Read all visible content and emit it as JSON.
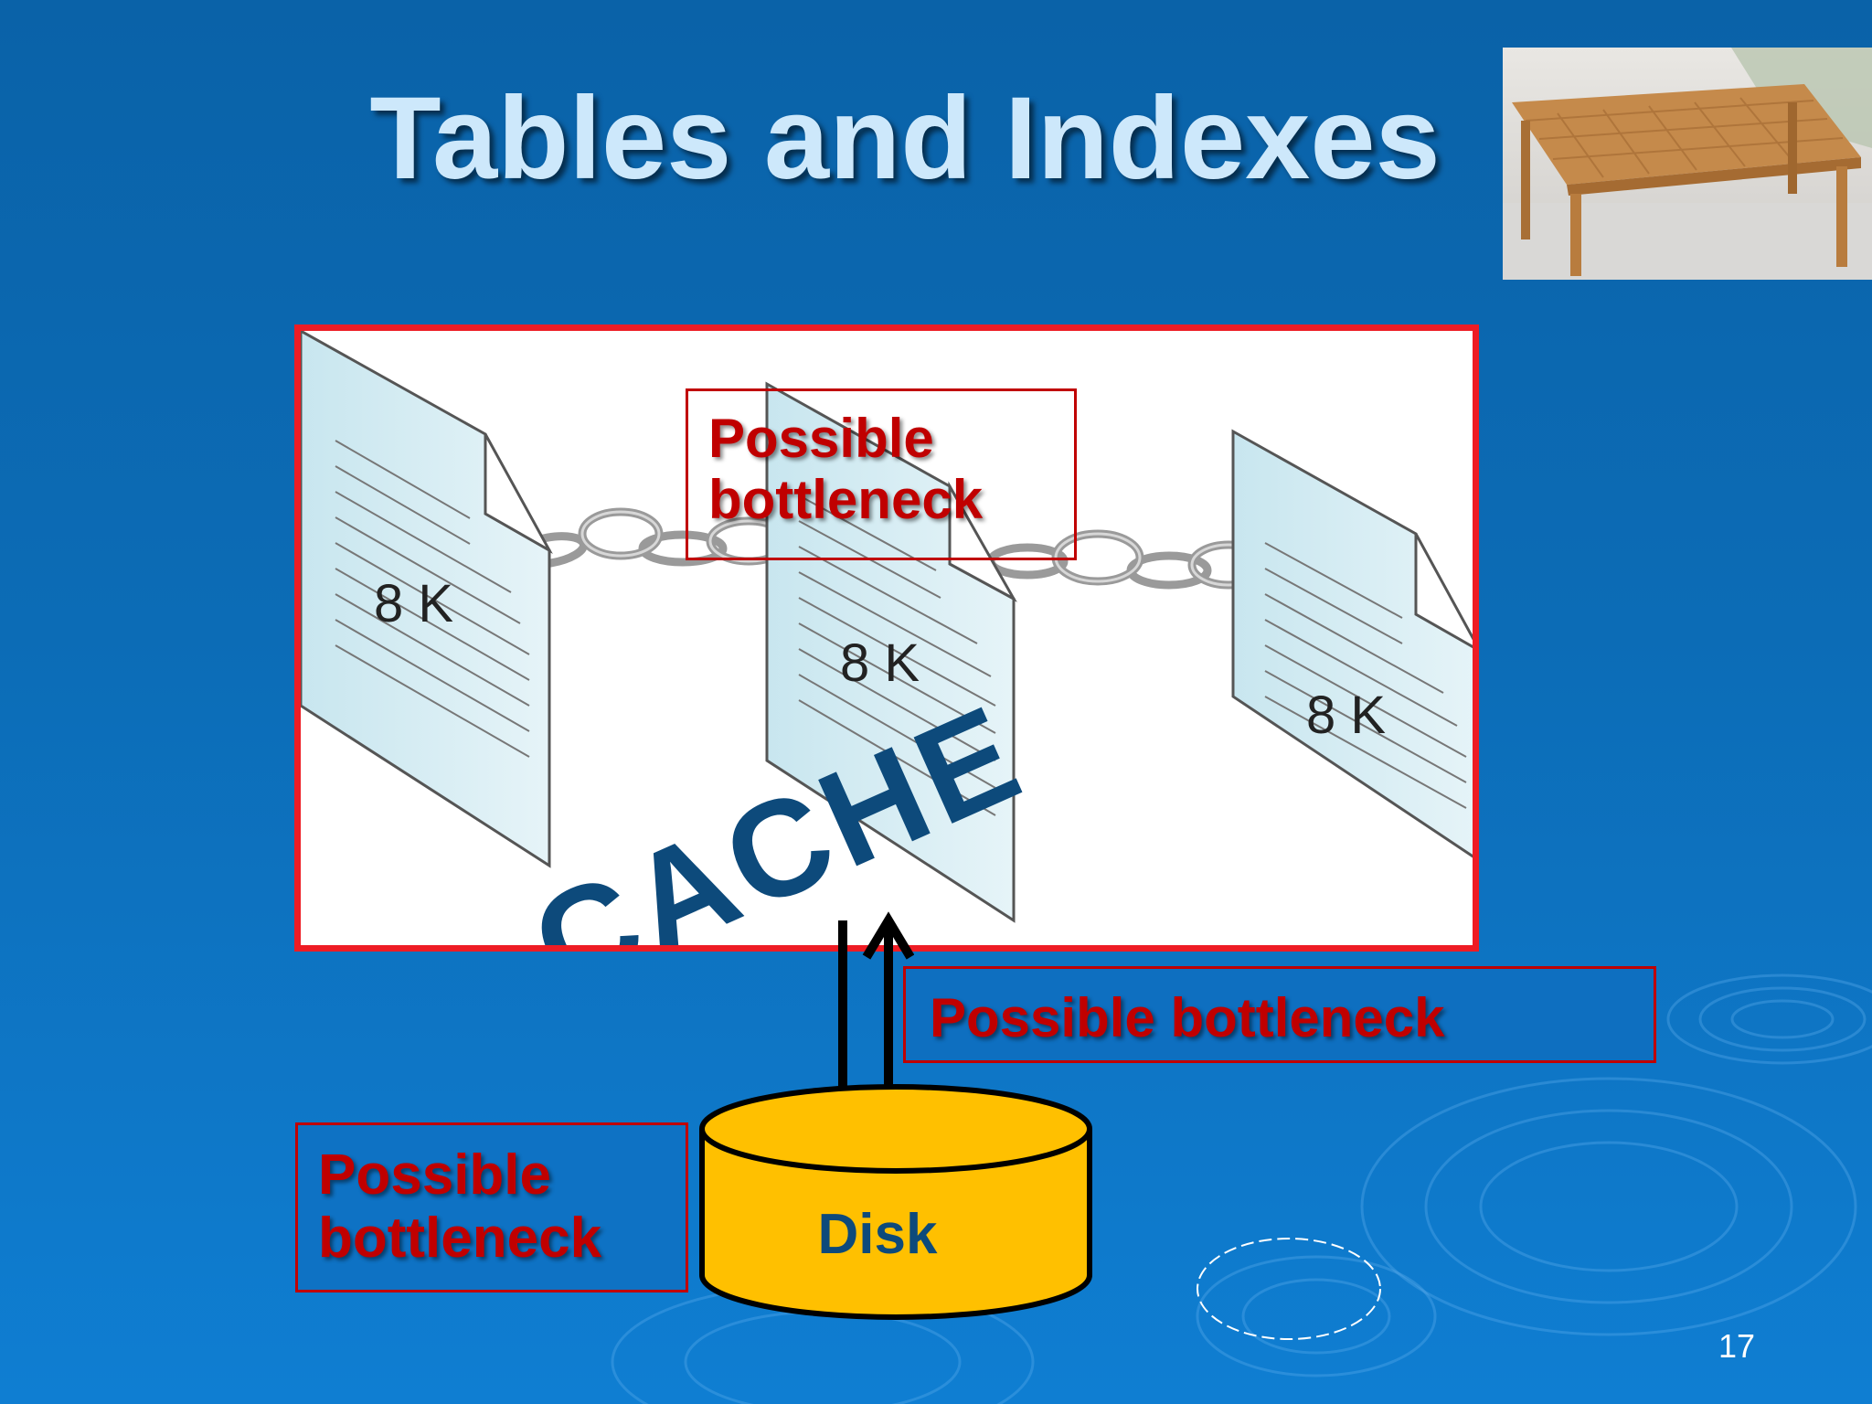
{
  "slide": {
    "title": "Tables and Indexes",
    "page_number": "17"
  },
  "cache": {
    "label": "CACHE",
    "pages": [
      {
        "label": "8 K"
      },
      {
        "label": "8 K"
      },
      {
        "label": "8 K"
      }
    ]
  },
  "bottlenecks": {
    "top": {
      "line1": "Possible",
      "line2": "bottleneck"
    },
    "middle": {
      "text": "Possible bottleneck"
    },
    "left": {
      "line1": "Possible",
      "line2": "bottleneck"
    }
  },
  "disk": {
    "label": "Disk"
  },
  "colors": {
    "title": "#cde8fb",
    "cache_border": "#ee1c24",
    "bottleneck_text": "#c00000",
    "disk_fill": "#ffc000",
    "cache_text": "#0d4a7b"
  },
  "icons": [
    "table-photo",
    "document-page-icon",
    "chain-link-icon",
    "disk-cylinder-icon",
    "arrow-up-icon",
    "arrow-down-icon"
  ]
}
